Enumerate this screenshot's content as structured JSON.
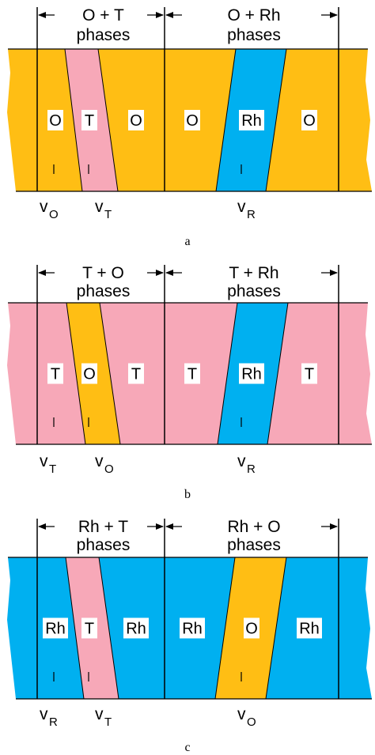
{
  "colors": {
    "O": "#FFBE14",
    "T": "#F7A8B8",
    "Rh": "#00B0F0",
    "line": "#000000",
    "label_bg": "#FFFFFF"
  },
  "panels": [
    {
      "caption": "a",
      "matrix": "O",
      "left_header": [
        "O + T",
        "phases"
      ],
      "right_header": [
        "O + Rh",
        "phases"
      ],
      "left_band_phase": "T",
      "right_band_phase": "Rh",
      "phase_labels": [
        "O",
        "T",
        "O",
        "O",
        "Rh",
        "O"
      ],
      "velocity_labels": [
        {
          "main": "v",
          "sub": "O"
        },
        {
          "main": "v",
          "sub": "T"
        },
        {
          "main": "v",
          "sub": "R"
        }
      ]
    },
    {
      "caption": "b",
      "matrix": "T",
      "left_header": [
        "T + O",
        "phases"
      ],
      "right_header": [
        "T + Rh",
        "phases"
      ],
      "left_band_phase": "O",
      "right_band_phase": "Rh",
      "phase_labels": [
        "T",
        "O",
        "T",
        "T",
        "Rh",
        "T"
      ],
      "velocity_labels": [
        {
          "main": "v",
          "sub": "T"
        },
        {
          "main": "v",
          "sub": "O"
        },
        {
          "main": "v",
          "sub": "R"
        }
      ]
    },
    {
      "caption": "c",
      "matrix": "Rh",
      "left_header": [
        "Rh + T",
        "phases"
      ],
      "right_header": [
        "Rh + O",
        "phases"
      ],
      "left_band_phase": "T",
      "right_band_phase": "O",
      "phase_labels": [
        "Rh",
        "T",
        "Rh",
        "Rh",
        "O",
        "Rh"
      ],
      "velocity_labels": [
        {
          "main": "v",
          "sub": "R"
        },
        {
          "main": "v",
          "sub": "T"
        },
        {
          "main": "v",
          "sub": "O"
        }
      ]
    }
  ]
}
